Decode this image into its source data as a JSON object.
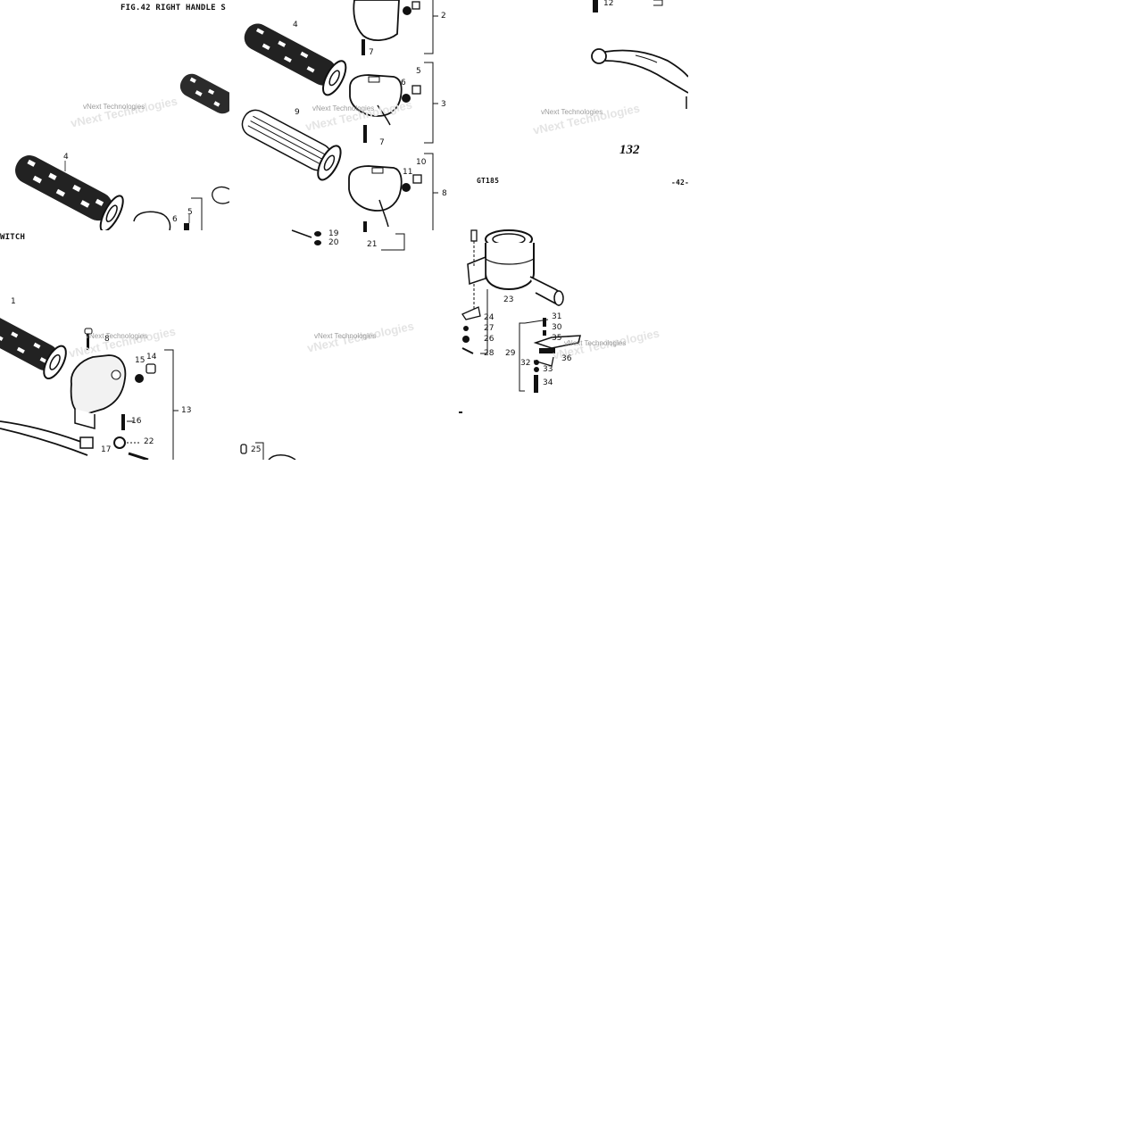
{
  "diagram": {
    "figure_title": "FIG.42  RIGHT HANDLE S",
    "section_label": "WITCH",
    "model_code": "GT185",
    "page_number": "132",
    "ref_fragment": "-42-",
    "watermark": "vNext Technologies"
  },
  "callouts": {
    "tile_tl": [
      "4",
      "5",
      "6"
    ],
    "tile_tc": [
      "2",
      "7",
      "4",
      "5",
      "6",
      "3",
      "9",
      "7",
      "10",
      "11",
      "8",
      "19",
      "20",
      "21"
    ],
    "tile_tr": [
      "12"
    ],
    "tile_ml": [
      "1",
      "8",
      "15",
      "14",
      "16",
      "13",
      "22",
      "17"
    ],
    "tile_bc": [
      "25"
    ],
    "tile_mr": [
      "23",
      "24",
      "27",
      "26",
      "28",
      "29",
      "31",
      "30",
      "35",
      "32",
      "33",
      "36",
      "34"
    ]
  }
}
